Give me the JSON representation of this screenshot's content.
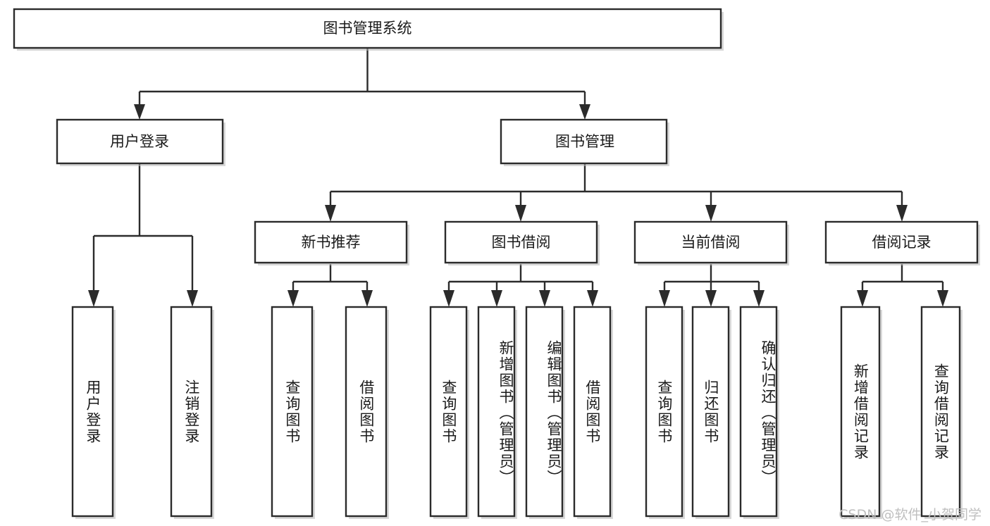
{
  "diagram": {
    "title": "图书管理系统",
    "type": "tree",
    "background_color": "#ffffff",
    "line_color": "#2b2b2b",
    "box_fill": "#ffffff",
    "text_color": "#1a1a1a",
    "root": {
      "id": "root",
      "label": "图书管理系统",
      "orientation": "horizontal"
    },
    "level2": [
      {
        "id": "user-login",
        "label": "用户登录",
        "orientation": "horizontal"
      },
      {
        "id": "book-management",
        "label": "图书管理",
        "orientation": "horizontal"
      }
    ],
    "level3": [
      {
        "id": "new-book-recommend",
        "label": "新书推荐",
        "orientation": "horizontal",
        "parent": "book-management"
      },
      {
        "id": "book-borrow",
        "label": "图书借阅",
        "orientation": "horizontal",
        "parent": "book-management"
      },
      {
        "id": "current-borrow",
        "label": "当前借阅",
        "orientation": "horizontal",
        "parent": "book-management"
      },
      {
        "id": "borrow-record",
        "label": "借阅记录",
        "orientation": "horizontal",
        "parent": "book-management"
      }
    ],
    "leaves": [
      {
        "id": "leaf-user-login",
        "label": "用户登录",
        "parent": "user-login",
        "orientation": "vertical"
      },
      {
        "id": "leaf-logout",
        "label": "注销登录",
        "parent": "user-login",
        "orientation": "vertical"
      },
      {
        "id": "leaf-query-book-1",
        "label": "查询图书",
        "parent": "new-book-recommend",
        "orientation": "vertical"
      },
      {
        "id": "leaf-borrow-book-1",
        "label": "借阅图书",
        "parent": "new-book-recommend",
        "orientation": "vertical"
      },
      {
        "id": "leaf-query-book-2",
        "label": "查询图书",
        "parent": "book-borrow",
        "orientation": "vertical"
      },
      {
        "id": "leaf-add-book",
        "label": "新增图书（管理员）",
        "parent": "book-borrow",
        "orientation": "vertical"
      },
      {
        "id": "leaf-edit-book",
        "label": "编辑图书（管理员）",
        "parent": "book-borrow",
        "orientation": "vertical"
      },
      {
        "id": "leaf-borrow-book-2",
        "label": "借阅图书",
        "parent": "book-borrow",
        "orientation": "vertical"
      },
      {
        "id": "leaf-query-book-3",
        "label": "查询图书",
        "parent": "current-borrow",
        "orientation": "vertical"
      },
      {
        "id": "leaf-return-book",
        "label": "归还图书",
        "parent": "current-borrow",
        "orientation": "vertical"
      },
      {
        "id": "leaf-confirm-return",
        "label": "确认归还（管理员）",
        "parent": "current-borrow",
        "orientation": "vertical"
      },
      {
        "id": "leaf-add-record",
        "label": "新增借阅记录",
        "parent": "borrow-record",
        "orientation": "vertical"
      },
      {
        "id": "leaf-query-record",
        "label": "查询借阅记录",
        "parent": "borrow-record",
        "orientation": "vertical"
      }
    ]
  },
  "watermark": {
    "text": "CSDN @软件_小贺同学"
  }
}
